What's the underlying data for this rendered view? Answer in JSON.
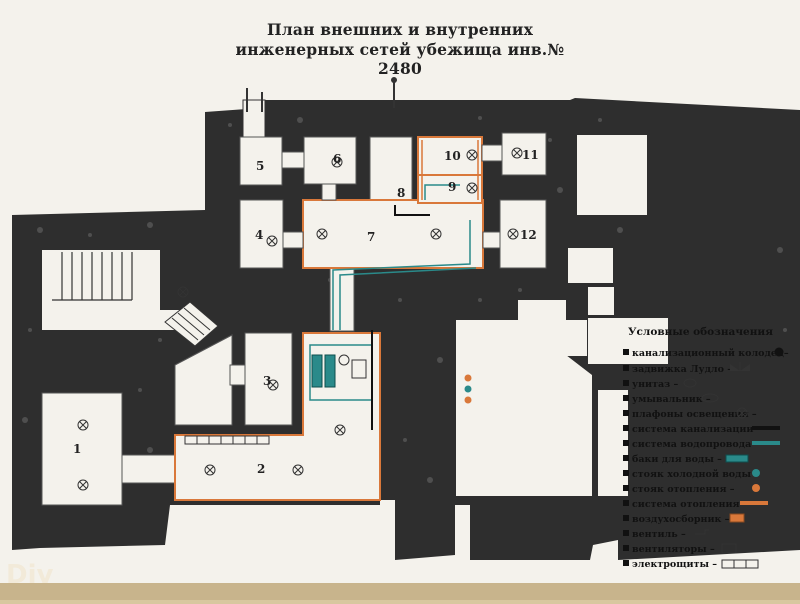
{
  "title": {
    "line1": "План внешних и внутренних",
    "line2": "инженерных сетей убежища инв.№ 2480"
  },
  "rooms": {
    "r1": "1",
    "r2": "2",
    "r3": "3",
    "r4": "4",
    "r5": "5",
    "r6": "6",
    "r7": "7",
    "r8": "8",
    "r9": "9",
    "r10": "10",
    "r11": "11",
    "r12": "12"
  },
  "legend": {
    "title": "Условные обозначения",
    "items": [
      {
        "label": "канализационный колодец–",
        "icon": "manhole-icon"
      },
      {
        "label": "задвижка Лудло –",
        "icon": "gate-valve-icon"
      },
      {
        "label": "унитаз –",
        "icon": "toilet-icon"
      },
      {
        "label": "умывальник –",
        "icon": "washbasin-icon"
      },
      {
        "label": "плафоны освещения –",
        "icon": "lamp-icon"
      },
      {
        "label": "система канализации –",
        "icon": "sewer-line-icon"
      },
      {
        "label": "система водопровода –",
        "icon": "water-line-icon"
      },
      {
        "label": "баки для воды –",
        "icon": "water-tank-icon"
      },
      {
        "label": "стояк холодной воды –",
        "icon": "cold-riser-icon"
      },
      {
        "label": "стояк отопления –",
        "icon": "heating-riser-icon"
      },
      {
        "label": "система отопления –",
        "icon": "heating-line-icon"
      },
      {
        "label": "воздухосборник –",
        "icon": "air-collector-icon"
      },
      {
        "label": "вентиль –",
        "icon": "valve-icon"
      },
      {
        "label": "вентиляторы –",
        "icon": "fan-icon"
      },
      {
        "label": "электрощиты –",
        "icon": "switchboard-icon"
      }
    ]
  },
  "watermark": "Div",
  "colors": {
    "background": "#d8c79f",
    "paper": "#f4f2ec",
    "earth": "#2e2e2e",
    "heating": "#d9783a",
    "water": "#2a8a8a",
    "sewer": "#111111"
  }
}
